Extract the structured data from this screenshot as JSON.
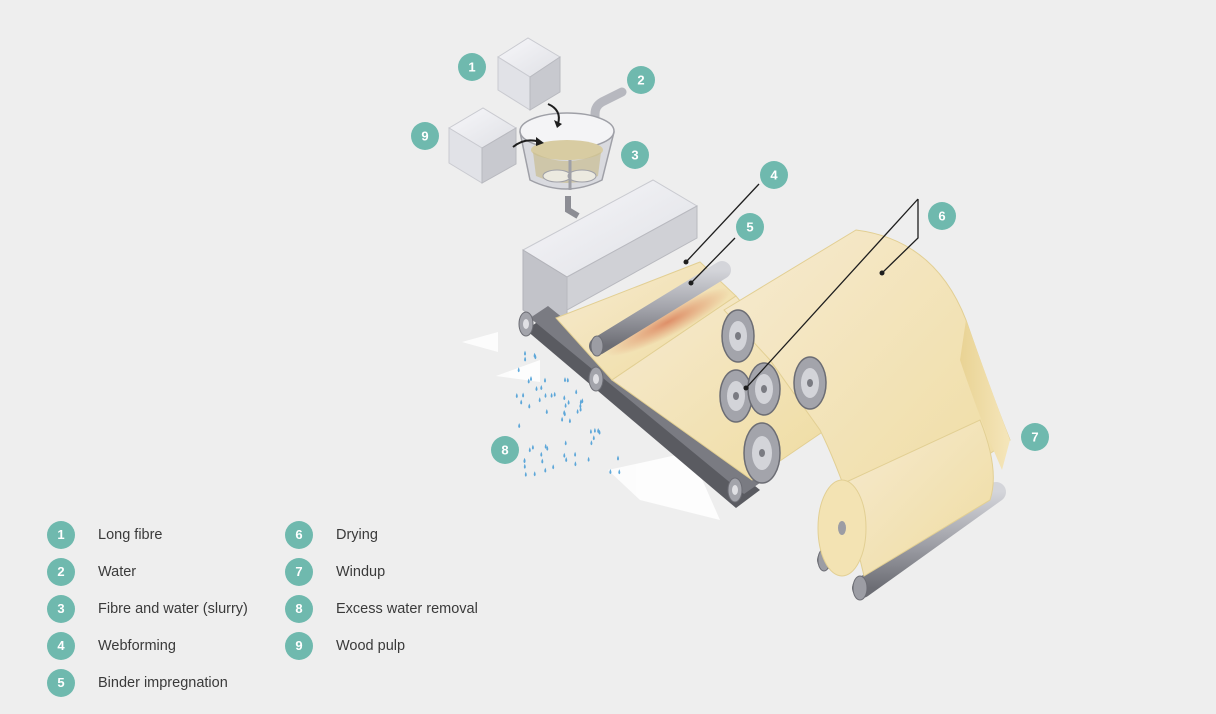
{
  "colors": {
    "badge": "#6fb9ae",
    "badge_text": "#ffffff",
    "label_text": "#3a3a3a",
    "background": "#eeeeee",
    "paper": "#f2e3b0",
    "roller": "#a8a9b0",
    "water_drops": "#3a96d4"
  },
  "callouts": [
    {
      "number": "1"
    },
    {
      "number": "2"
    },
    {
      "number": "3"
    },
    {
      "number": "4"
    },
    {
      "number": "5"
    },
    {
      "number": "6"
    },
    {
      "number": "7"
    },
    {
      "number": "8"
    },
    {
      "number": "9"
    }
  ],
  "legend": {
    "column1": [
      {
        "number": "1",
        "label": "Long fibre"
      },
      {
        "number": "2",
        "label": "Water"
      },
      {
        "number": "3",
        "label": "Fibre and water (slurry)"
      },
      {
        "number": "4",
        "label": "Webforming"
      },
      {
        "number": "5",
        "label": "Binder impregnation"
      }
    ],
    "column2": [
      {
        "number": "6",
        "label": "Drying"
      },
      {
        "number": "7",
        "label": "Windup"
      },
      {
        "number": "8",
        "label": "Excess water removal"
      },
      {
        "number": "9",
        "label": "Wood pulp"
      }
    ]
  }
}
